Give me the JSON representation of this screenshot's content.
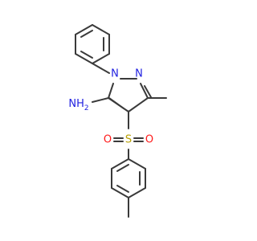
{
  "molecule": {
    "atoms": {
      "n1": "N",
      "n2": "N",
      "nh2": "NH",
      "nh2_sub": "2",
      "s": "S",
      "o1": "O",
      "o2": "O"
    },
    "colors": {
      "nitrogen": "#2020e0",
      "sulfur": "#b8a000",
      "oxygen": "#ff1a1a",
      "bond": "#3a3a3a"
    }
  }
}
